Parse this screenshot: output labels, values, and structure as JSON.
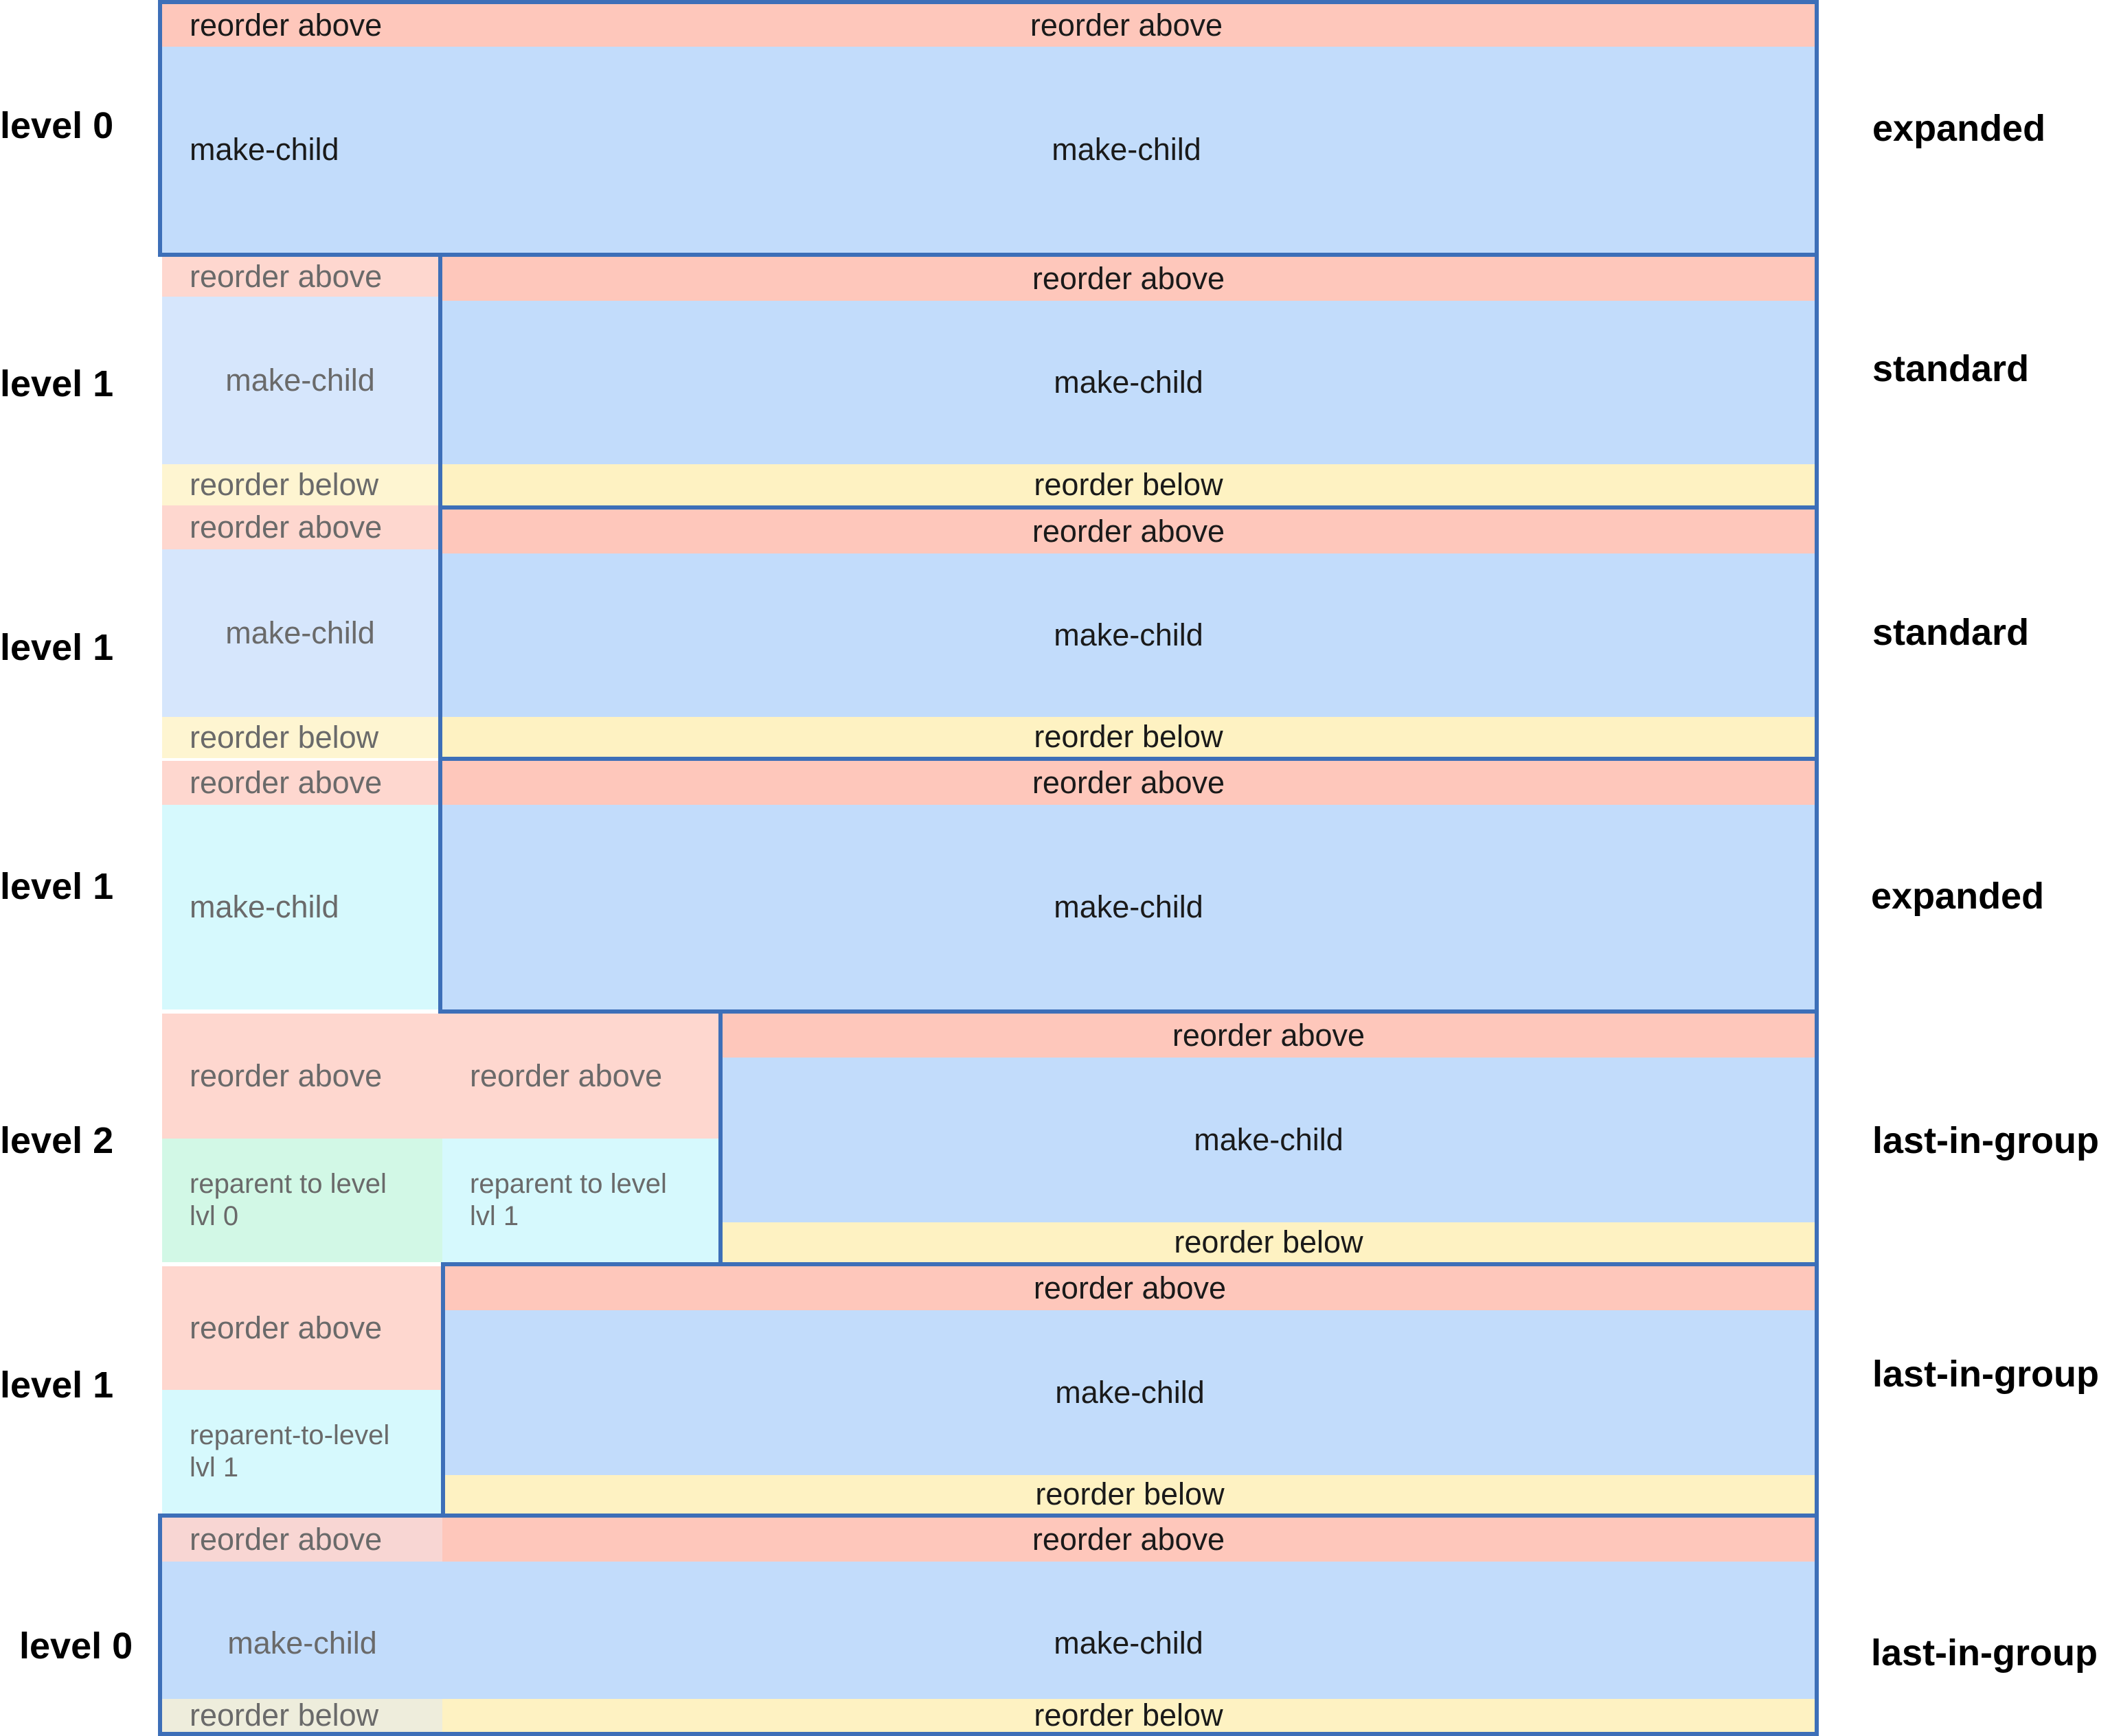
{
  "colors": {
    "reorder_above": "#fec7bb",
    "make_child": "#c2dcfb",
    "reorder_below": "#fef2c2",
    "reparent_lvl1": "#d6f9fd",
    "reparent_lvl0": "#d2f8e6",
    "border": "#3d6fb8"
  },
  "zones": {
    "reorder_above": "reorder above",
    "make_child": "make-child",
    "reorder_below": "reorder below",
    "reparent_level_lvl0": [
      "reparent to level",
      "lvl 0"
    ],
    "reparent_level_lvl1": [
      "reparent to level",
      "lvl 1"
    ],
    "reparent_to_level_lvl1": [
      "reparent-to-level",
      "lvl 1"
    ]
  },
  "rows": [
    {
      "level": "level 0",
      "kind": "expanded"
    },
    {
      "level": "level 1",
      "kind": "standard"
    },
    {
      "level": "level 1",
      "kind": "standard"
    },
    {
      "level": "level 1",
      "kind": "expanded"
    },
    {
      "level": "level 2",
      "kind": "last-in-group"
    },
    {
      "level": "level 1",
      "kind": "last-in-group"
    },
    {
      "level": "level 0",
      "kind": "last-in-group"
    }
  ]
}
